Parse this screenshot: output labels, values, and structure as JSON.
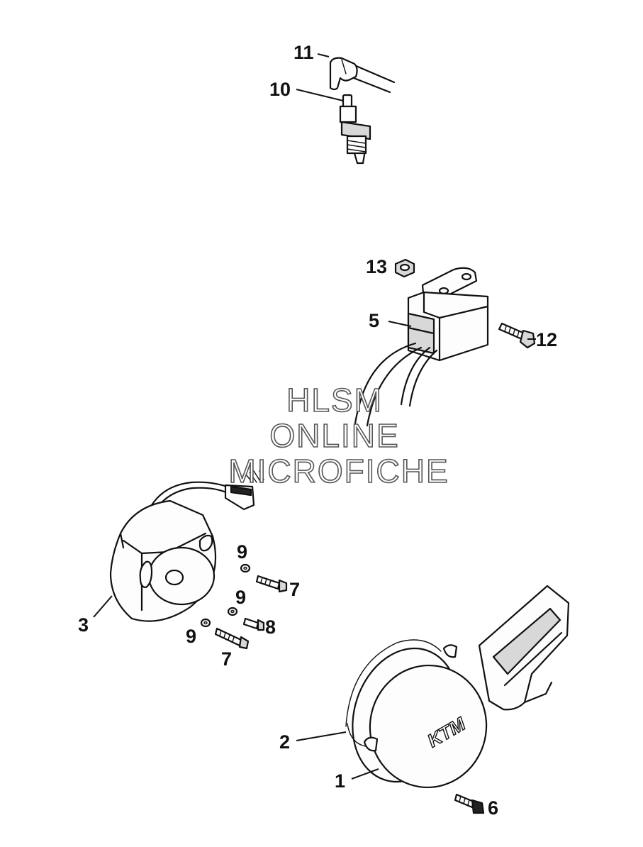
{
  "callouts": [
    {
      "id": "11",
      "label": "11"
    },
    {
      "id": "10",
      "label": "10"
    },
    {
      "id": "13",
      "label": "13"
    },
    {
      "id": "5",
      "label": "5"
    },
    {
      "id": "12",
      "label": "12"
    },
    {
      "id": "9a",
      "label": "9"
    },
    {
      "id": "7a",
      "label": "7"
    },
    {
      "id": "9b",
      "label": "9"
    },
    {
      "id": "3",
      "label": "3"
    },
    {
      "id": "8",
      "label": "8"
    },
    {
      "id": "9c",
      "label": "9"
    },
    {
      "id": "7b",
      "label": "7"
    },
    {
      "id": "2",
      "label": "2"
    },
    {
      "id": "1",
      "label": "1"
    },
    {
      "id": "6",
      "label": "6"
    }
  ],
  "watermark": {
    "line1": "HLSM",
    "line2": "ONLINE",
    "line3": "MICROFICHE"
  },
  "cover_logo": "KTM"
}
